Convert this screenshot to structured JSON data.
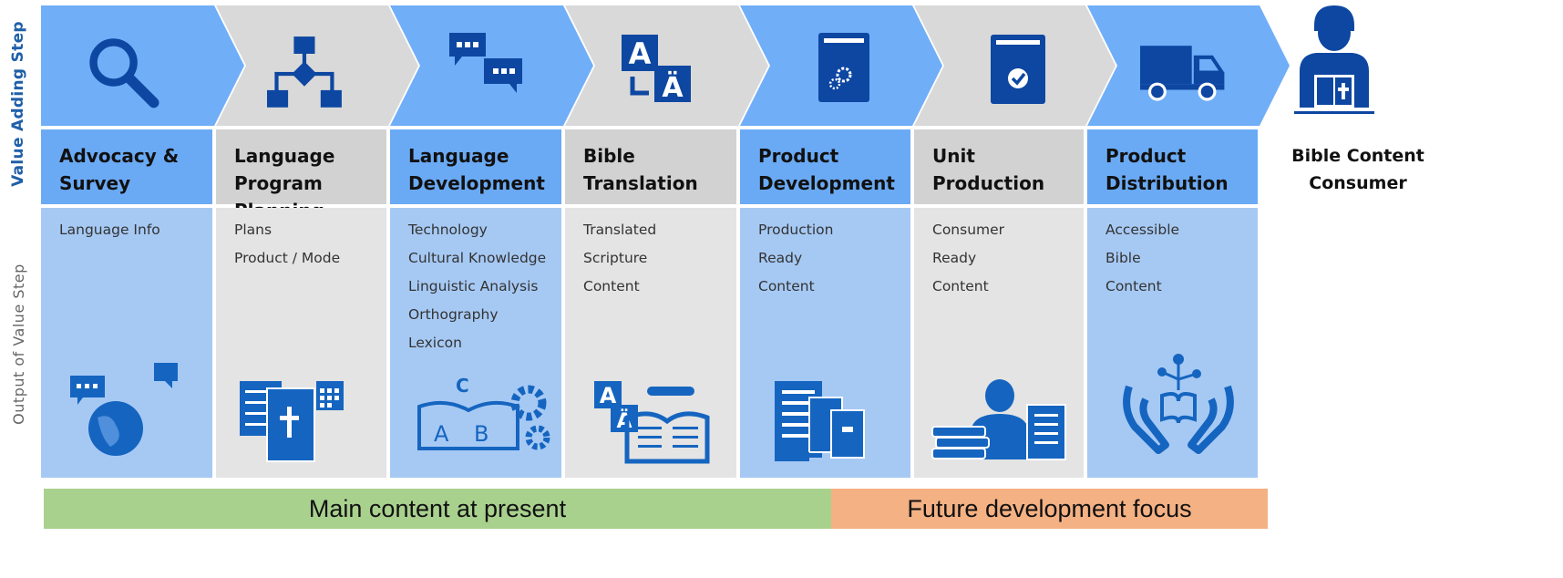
{
  "side_labels": {
    "value_adding_step": "Value Adding Step",
    "output_of_value_step": "Output of  Value Step"
  },
  "steps": [
    {
      "title": "Advocacy &\nSurvey",
      "outputs": [
        "Language Info"
      ],
      "step_icon": "magnifier-icon",
      "output_icon": "globe-speech-icon"
    },
    {
      "title": "Language\nProgram Planning",
      "outputs": [
        "Plans",
        "Product / Mode"
      ],
      "step_icon": "flowchart-icon",
      "output_icon": "bible-calendar-icon"
    },
    {
      "title": "Language\nDevelopment",
      "outputs": [
        "Technology",
        "Cultural Knowledge",
        "Linguistic Analysis",
        "Orthography",
        "Lexicon"
      ],
      "step_icon": "speech-bubbles-icon",
      "output_icon": "abc-book-gears-icon"
    },
    {
      "title": "Bible\nTranslation",
      "outputs": [
        "Translated",
        "Scripture",
        "Content"
      ],
      "step_icon": "translate-icon",
      "output_icon": "translate-book-icon"
    },
    {
      "title": "Product\nDevelopment",
      "outputs": [
        "Production",
        "Ready",
        "Content"
      ],
      "step_icon": "book-gears-icon",
      "output_icon": "documents-stack-icon"
    },
    {
      "title": "Unit\nProduction",
      "outputs": [
        "Consumer",
        "Ready",
        "Content"
      ],
      "step_icon": "book-check-icon",
      "output_icon": "reader-books-icon"
    },
    {
      "title": "Product\nDistribution",
      "outputs": [
        "Accessible",
        "Bible",
        "Content"
      ],
      "step_icon": "delivery-truck-icon",
      "output_icon": "hands-book-icon"
    }
  ],
  "consumer": {
    "title": "Bible Content\nConsumer",
    "icon": "person-reading-bible-icon"
  },
  "bars": {
    "main": "Main content at present",
    "future": "Future development focus"
  },
  "colors": {
    "arrow_blue": "#70aef8",
    "arrow_gray": "#d9d9d9",
    "header_blue": "#6aaaf5",
    "header_gray": "#d2d2d2",
    "output_blue": "#a6c9f4",
    "output_gray": "#e4e4e4",
    "icon_navy": "#0d47a1",
    "icon_blue": "#1565c0",
    "bar_green": "#a9d18e",
    "bar_orange": "#f4b183"
  }
}
